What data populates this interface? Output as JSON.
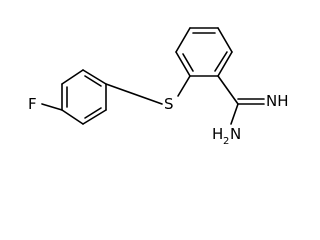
{
  "molecule": {
    "atoms": {
      "fluorine": "F",
      "sulfur": "S",
      "imine": "NH",
      "amine_n": "N",
      "amine_h": "H",
      "amine_h_count": "2"
    }
  }
}
